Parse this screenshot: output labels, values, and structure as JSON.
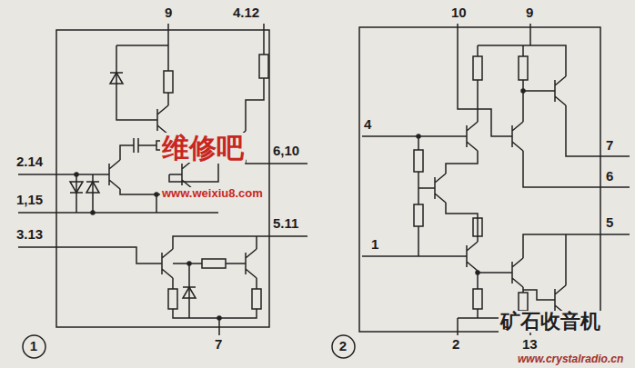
{
  "diagram": {
    "nodes": [
      {
        "text": [
          "1"
        ]
      },
      {
        "text": [
          "2"
        ]
      }
    ],
    "labels": [
      "9",
      "4.12",
      "2.14",
      "1,15",
      "3.13",
      "6,10",
      "5.11",
      "7",
      "10",
      "9",
      "4",
      "7",
      "6",
      "1",
      "5",
      "2",
      "13",
      "维修吧",
      "www.weixiu8.com",
      "矿石收音机",
      "www.crystalradio.cn"
    ]
  }
}
